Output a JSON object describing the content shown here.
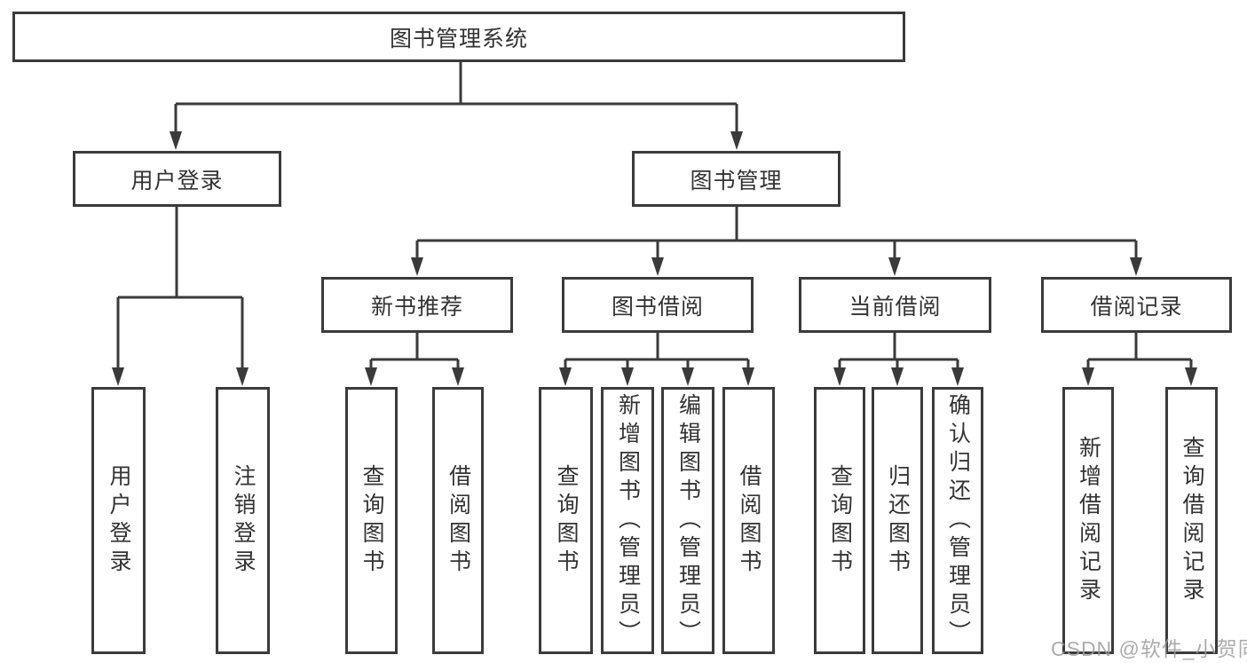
{
  "diagram": {
    "root": {
      "label": "图书管理系统",
      "children": [
        {
          "label": "用户登录",
          "children": [
            {
              "label": "用户登录"
            },
            {
              "label": "注销登录"
            }
          ]
        },
        {
          "label": "图书管理",
          "children": [
            {
              "label": "新书推荐",
              "children": [
                {
                  "label": "查询图书"
                },
                {
                  "label": "借阅图书"
                }
              ]
            },
            {
              "label": "图书借阅",
              "children": [
                {
                  "label": "查询图书"
                },
                {
                  "label": "新增图书（管理员）"
                },
                {
                  "label": "编辑图书（管理员）"
                },
                {
                  "label": "借阅图书"
                }
              ]
            },
            {
              "label": "当前借阅",
              "children": [
                {
                  "label": "查询图书"
                },
                {
                  "label": "归还图书"
                },
                {
                  "label": "确认归还（管理员）"
                }
              ]
            },
            {
              "label": "借阅记录",
              "children": [
                {
                  "label": "新增借阅记录"
                },
                {
                  "label": "查询借阅记录"
                }
              ]
            }
          ]
        }
      ]
    },
    "colors": {
      "line": "#3a3a3a",
      "text": "#333333",
      "background": "#ffffff",
      "watermark": "#9e9e9e"
    },
    "watermark": "CSDN @软件_小贺同学"
  }
}
